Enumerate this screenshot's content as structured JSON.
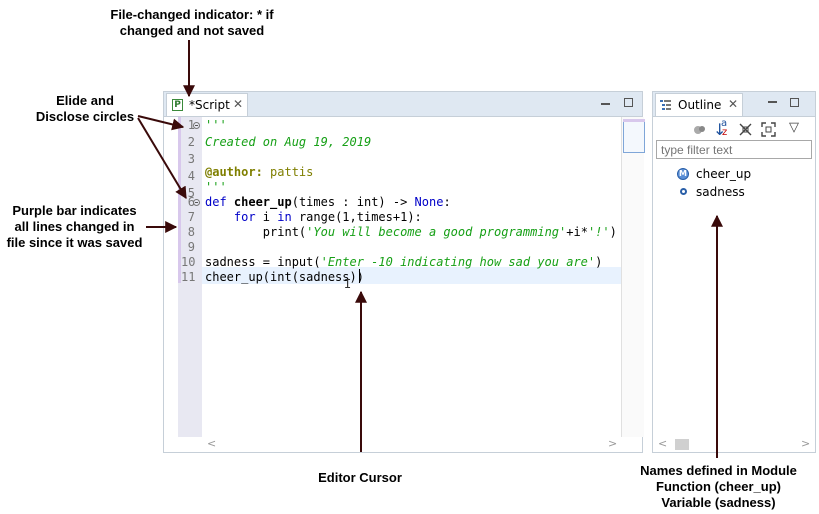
{
  "annotations": {
    "file_changed": [
      "File-changed indicator: * if",
      "changed and not saved"
    ],
    "elide": [
      "Elide and",
      "Disclose circles"
    ],
    "purple_bar": [
      "Purple bar indicates",
      "all lines changed in",
      "file since it was saved"
    ],
    "cursor": "Editor Cursor",
    "names": [
      "Names defined in Module",
      "Function (cheer_up)",
      "Variable (sadness)"
    ]
  },
  "editor": {
    "tab_icon": "P",
    "tab_label": "*Script",
    "tab_close": "✕",
    "line_numbers": [
      "1",
      "2",
      "3",
      "4",
      "5",
      "6",
      "7",
      "8",
      "9",
      "10",
      "11"
    ],
    "code": {
      "l1": "'''",
      "l2": "Created on Aug 19, 2019",
      "l4_dec": "@author:",
      "l4_rest": " pattis",
      "l5": "'''",
      "l6_def": "def",
      "l6_name": " cheer_up",
      "l6_rest": "(times : int) -> ",
      "l6_none": "None",
      "l6_colon": ":",
      "l7_for": "    for",
      "l7_mid": " i ",
      "l7_in": "in",
      "l7_rest": " range(1,times+1):",
      "l8_print": "        print(",
      "l8_str": "'You will become a good programming'",
      "l8_mid": "+i*",
      "l8_str2": "'!'",
      "l8_end": ")",
      "l10_a": "sadness = input(",
      "l10_str": "'Enter -10 indicating how sad you are'",
      "l10_end": ")",
      "l11": "cheer_up(int(sadness))"
    },
    "scroll_left": "<",
    "scroll_right": ">"
  },
  "outline": {
    "tab_label": "Outline",
    "tab_close": "✕",
    "filter_placeholder": "type filter text",
    "tool_sort_a": "a",
    "tool_sort_z": "z",
    "tool_menu": "▽",
    "items": [
      {
        "label": "cheer_up",
        "icon": "module-function-icon",
        "glyph": "M"
      },
      {
        "label": "sadness",
        "icon": "variable-icon"
      }
    ],
    "scroll_left": "<",
    "scroll_right": ">"
  },
  "colors": {
    "keyword": "#0000c8",
    "string": "#17a017",
    "purple_bar": "#d8c8ec",
    "current_line": "#e8f2fe",
    "tabbar": "#dfe8f2"
  }
}
